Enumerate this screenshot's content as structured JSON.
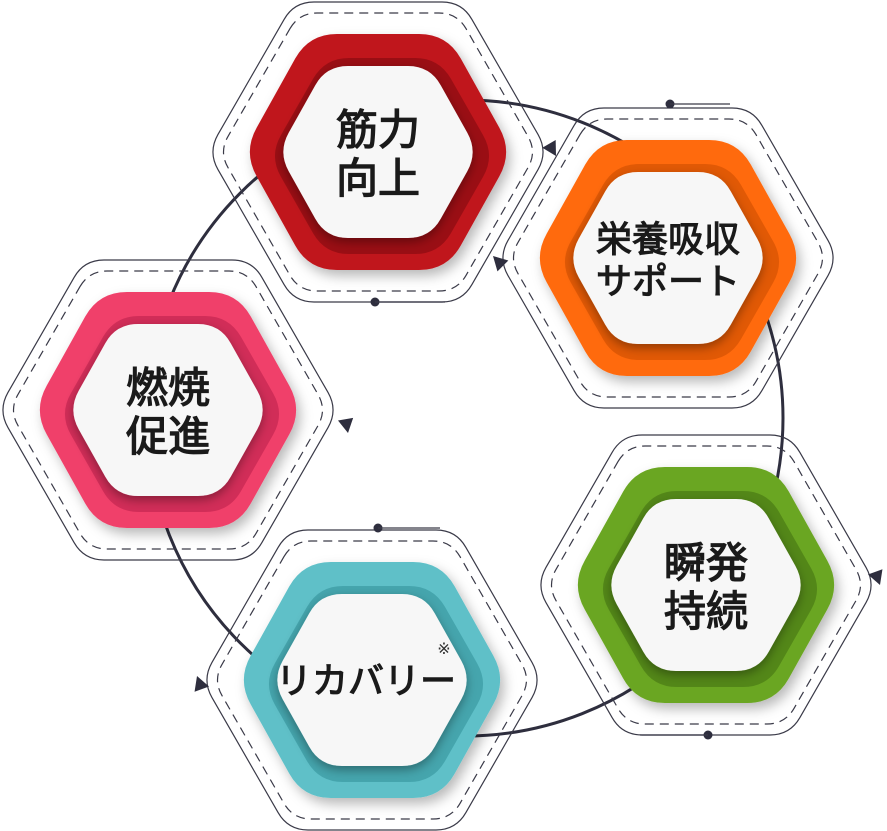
{
  "nodes": [
    {
      "id": "muscle",
      "lines": [
        "筋力",
        "向上"
      ],
      "color": "#c0141c",
      "color_dark": "#7a0a0f"
    },
    {
      "id": "nutrient",
      "lines": [
        "栄養吸収",
        "サポート"
      ],
      "color": "#ff6a10",
      "color_dark": "#c84a00"
    },
    {
      "id": "burst",
      "lines": [
        "瞬発",
        "持続"
      ],
      "color": "#6aa620",
      "color_dark": "#3f6e10"
    },
    {
      "id": "recovery",
      "lines": [
        "リカバリー"
      ],
      "color": "#5ec0c8",
      "color_dark": "#2f8e98",
      "note": "※"
    },
    {
      "id": "burn",
      "lines": [
        "燃焼",
        "促進"
      ],
      "color": "#f0406a",
      "color_dark": "#b81e48"
    }
  ],
  "colors": {
    "ring_line": "#2e2e3e",
    "dash_line": "#3a3a48",
    "inner_face": "#f7f7f7"
  }
}
